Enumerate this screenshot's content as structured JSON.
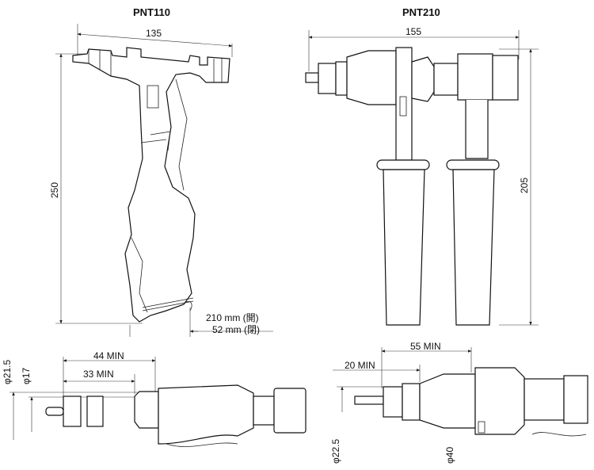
{
  "models": {
    "left": {
      "name": "PNT110",
      "dim_length": "135",
      "dim_height": "250",
      "dim_open": "210 mm (開)",
      "dim_closed": "52 mm (閉)"
    },
    "right": {
      "name": "PNT210",
      "dim_length": "155",
      "dim_height": "205"
    }
  },
  "details": {
    "left": {
      "dim_44": "44 MIN",
      "dim_33": "33 MIN",
      "dia_outer": "φ21.5",
      "dia_inner": "φ17"
    },
    "right": {
      "dim_55": "55 MIN",
      "dim_20": "20 MIN",
      "dia_small": "φ22.5",
      "dia_large": "φ40"
    }
  }
}
